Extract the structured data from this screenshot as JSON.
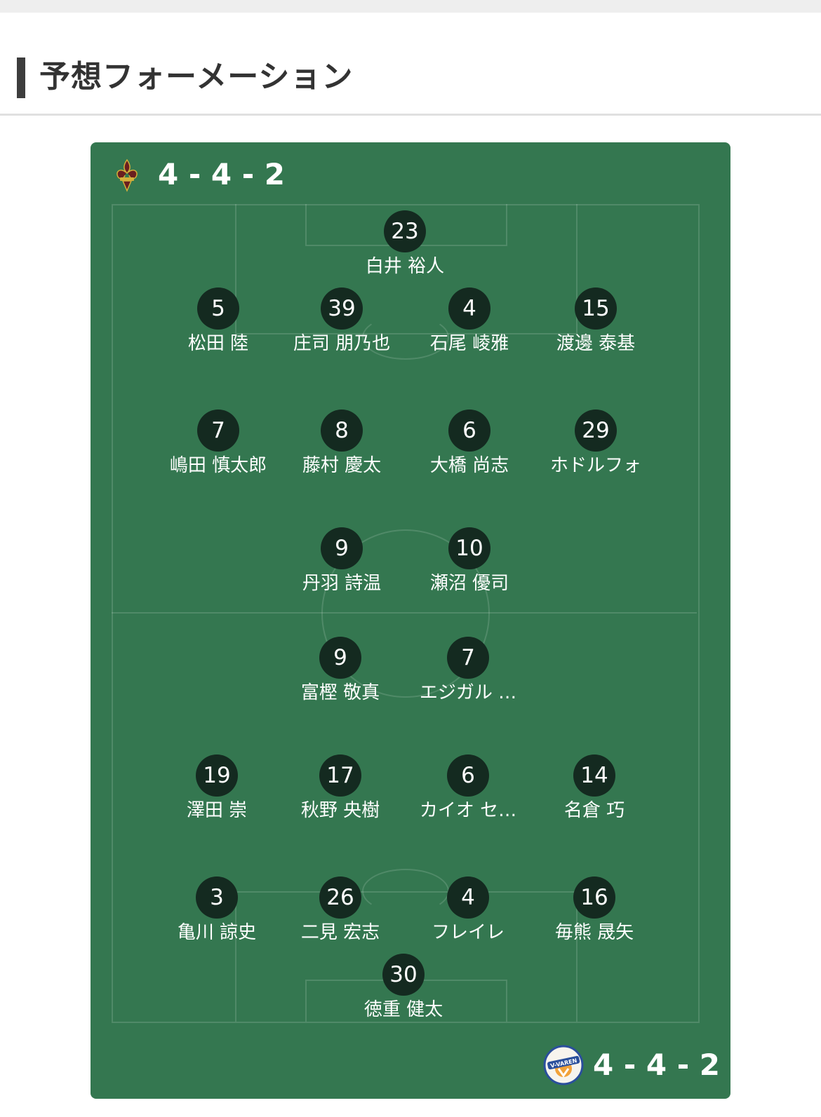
{
  "section": {
    "title": "予想フォーメーション"
  },
  "home": {
    "formation": "4 - 4 - 2",
    "crest_icon": "fleur-de-lis-crest-icon",
    "crest_colors": [
      "#6b1f1f",
      "#d4b03a"
    ],
    "players": [
      {
        "number": "23",
        "name": "白井 裕人"
      },
      {
        "number": "5",
        "name": "松田 陸"
      },
      {
        "number": "39",
        "name": "庄司 朋乃也"
      },
      {
        "number": "4",
        "name": "石尾 崚雅"
      },
      {
        "number": "15",
        "name": "渡邊 泰基"
      },
      {
        "number": "7",
        "name": "嶋田 慎太郎"
      },
      {
        "number": "8",
        "name": "藤村 慶太"
      },
      {
        "number": "6",
        "name": "大橋 尚志"
      },
      {
        "number": "29",
        "name": "ホドルフォ"
      },
      {
        "number": "9",
        "name": "丹羽 詩温"
      },
      {
        "number": "10",
        "name": "瀬沼 優司"
      }
    ]
  },
  "away": {
    "formation": "4 - 4 - 2",
    "crest_icon": "v-varen-crest-icon",
    "crest_text": "V-VAREN",
    "crest_colors": [
      "#2a4f9c",
      "#f2a23a"
    ],
    "players": [
      {
        "number": "9",
        "name": "富樫 敬真"
      },
      {
        "number": "7",
        "name": "エジガル …"
      },
      {
        "number": "19",
        "name": "澤田 崇"
      },
      {
        "number": "17",
        "name": "秋野 央樹"
      },
      {
        "number": "6",
        "name": "カイオ セ…"
      },
      {
        "number": "14",
        "name": "名倉 巧"
      },
      {
        "number": "3",
        "name": "亀川 諒史"
      },
      {
        "number": "26",
        "name": "二見 宏志"
      },
      {
        "number": "4",
        "name": "フレイレ"
      },
      {
        "number": "16",
        "name": "毎熊 晟矢"
      },
      {
        "number": "30",
        "name": "徳重 健太"
      }
    ]
  },
  "colors": {
    "pitch": "#347750",
    "badge": "#142a20",
    "header_bar": "#3d3d3d",
    "text_light": "#ffffff"
  }
}
